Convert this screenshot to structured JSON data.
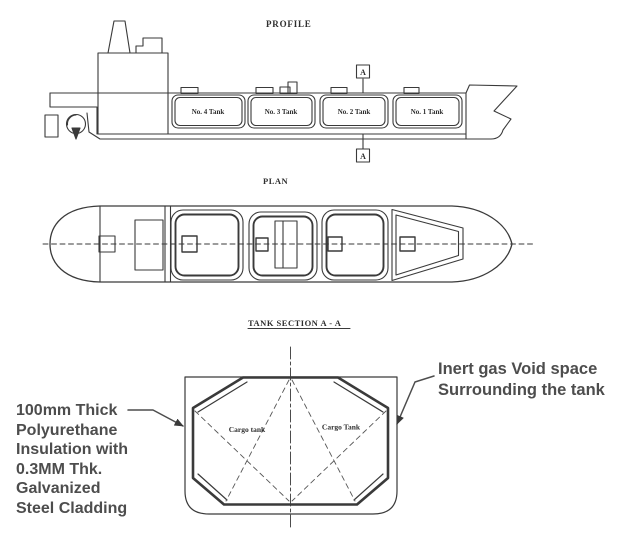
{
  "headings": {
    "profile": "PROFILE",
    "plan": "PLAN",
    "tank_section": "TANK SECTION A - A"
  },
  "profile_view": {
    "tank_labels": [
      "No. 4 Tank",
      "No. 3  Tank",
      "No. 2 Tank",
      "No. 1 Tank"
    ],
    "section_marker": "A"
  },
  "section_view": {
    "cargo_tank_left": "Cargo tank",
    "cargo_tank_right": "Cargo Tank"
  },
  "annotations": {
    "insulation_lines": [
      "100mm Thick",
      "Polyurethane",
      "Insulation with",
      "0.3MM Thk.",
      "Galvanized",
      "Steel Cladding"
    ],
    "void_lines": [
      "Inert gas Void space",
      "Surrounding the tank"
    ]
  },
  "colors": {
    "line": "#3a3a3a",
    "annotation_text": "#4d4d4d",
    "background": "#ffffff"
  }
}
